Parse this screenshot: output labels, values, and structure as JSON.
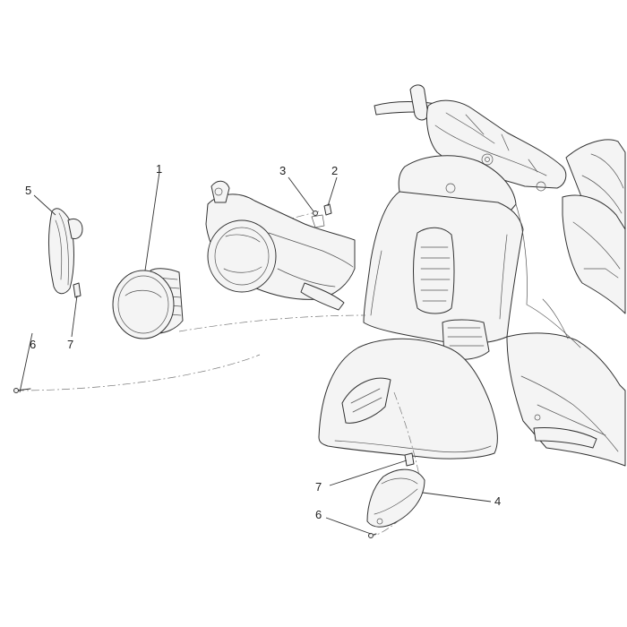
{
  "callouts": {
    "c1": "1",
    "c2": "2",
    "c3": "3",
    "c4": "4",
    "c5": "5",
    "c6_left": "6",
    "c7_left": "7",
    "c7_bottom": "7",
    "c6_bottom": "6"
  }
}
